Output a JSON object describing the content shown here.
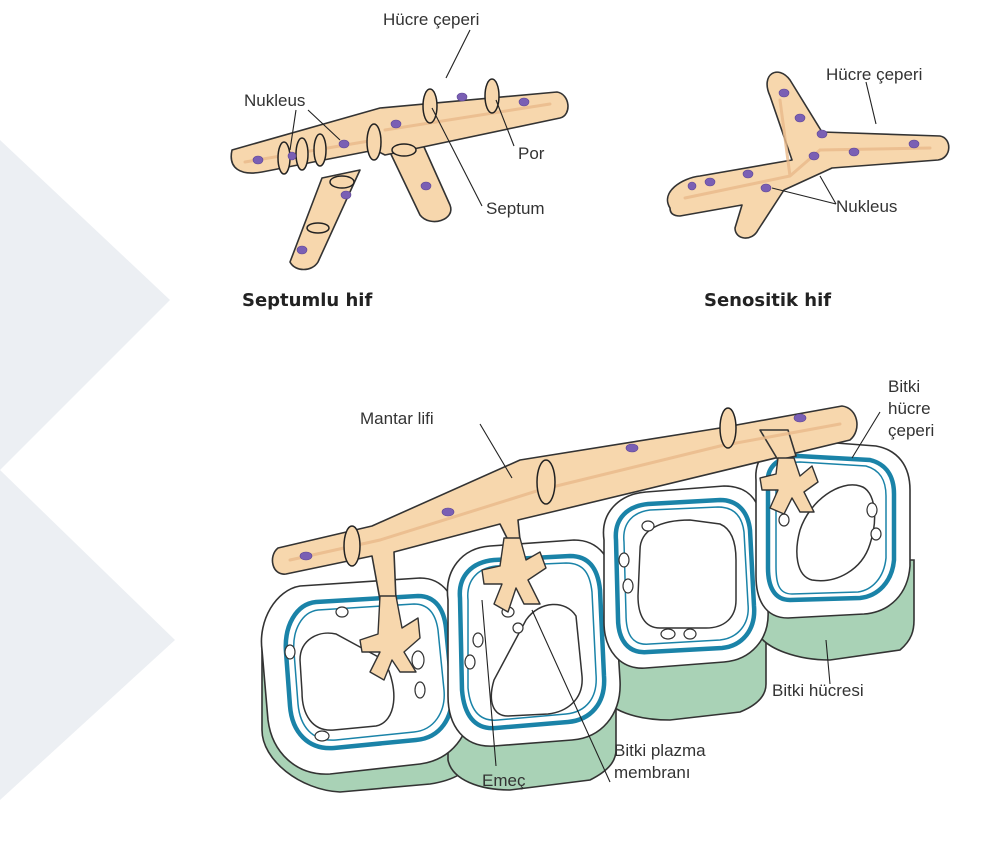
{
  "top_left": {
    "labels": {
      "cell_wall": "Hücre çeperi",
      "nucleus": "Nukleus",
      "pore": "Por",
      "septum": "Septum"
    },
    "caption": "Septumlu hif"
  },
  "top_right": {
    "labels": {
      "cell_wall": "Hücre çeperi",
      "nucleus": "Nukleus"
    },
    "caption": "Senositik hif"
  },
  "bottom": {
    "labels": {
      "fungal_hypha": "Mantar lifi",
      "plant_cell_wall_line1": "Bitki",
      "plant_cell_wall_line2": "hücre",
      "plant_cell_wall_line3": "çeperi",
      "plant_cell": "Bitki hücresi",
      "plant_membrane_line1": "Bitki plazma",
      "plant_membrane_line2": "membranı",
      "haustorium": "Emeç"
    }
  },
  "colors": {
    "hypha": "#f7d7ad",
    "nucleus": "#7a5fb4",
    "membrane": "#1a83a8",
    "plant_cell_base": "#a9d2b6"
  }
}
